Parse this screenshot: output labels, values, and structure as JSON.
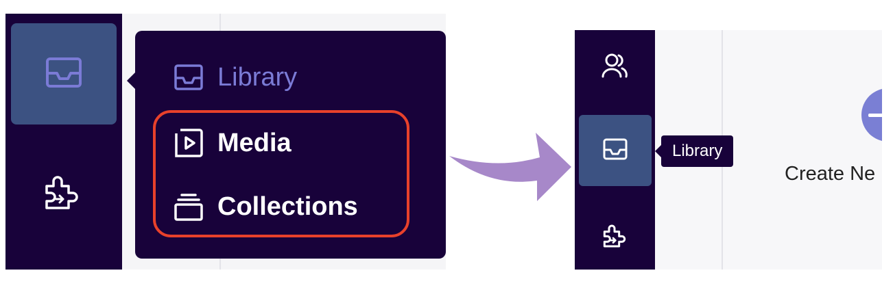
{
  "left_panel": {
    "flyout": {
      "library_label": "Library",
      "media_label": "Media",
      "collections_label": "Collections"
    },
    "icons": {
      "library_button": "inbox-tray-icon",
      "plugins_button": "puzzle-icon"
    }
  },
  "right_panel": {
    "tooltip_label": "Library",
    "create_label": "Create Ne",
    "icons": {
      "users_button": "users-icon",
      "library_button": "inbox-tray-icon",
      "plugins_button": "puzzle-icon",
      "create_button": "plus-icon"
    }
  },
  "colors": {
    "sidebar_bg": "#18023a",
    "active_item_bg": "#3c5282",
    "library_accent": "#7b7bd6",
    "highlight_border": "#e8412b",
    "arrow": "#a788c9",
    "create_button": "#7a7fd4"
  }
}
